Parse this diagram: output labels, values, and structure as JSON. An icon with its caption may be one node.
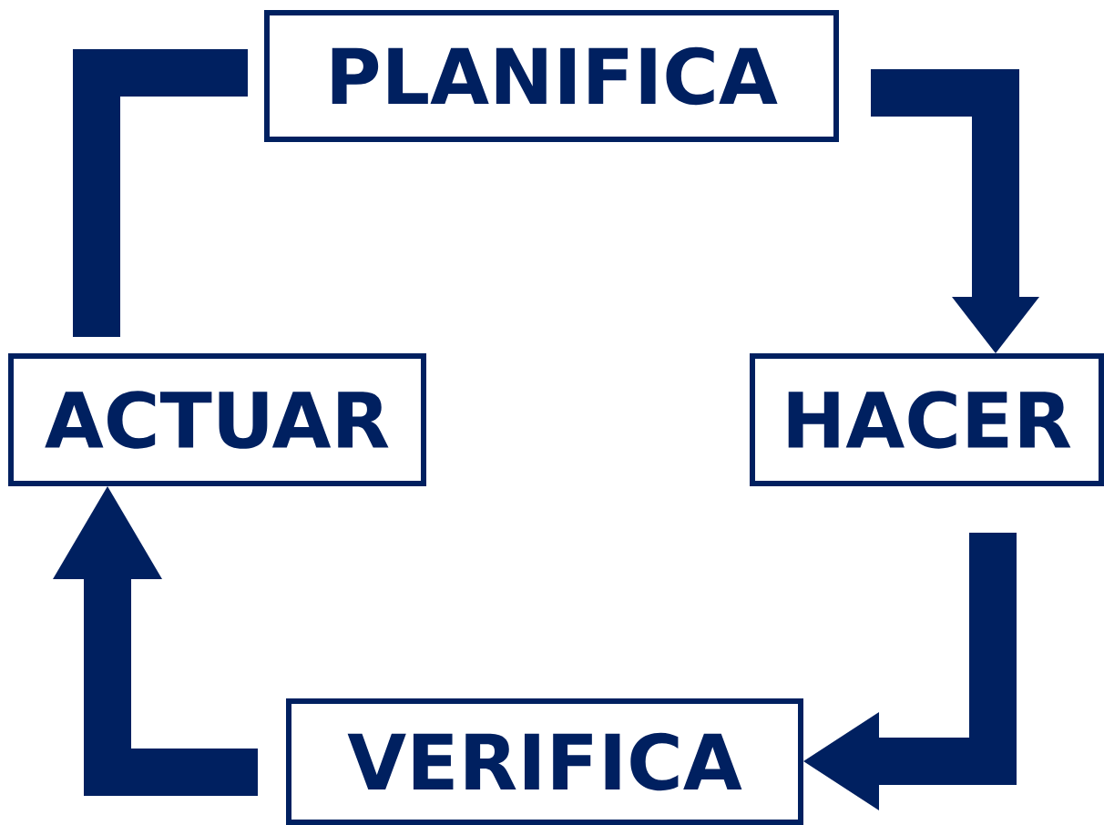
{
  "diagram": {
    "nodes": [
      {
        "text": [
          "PLANIFICA"
        ]
      },
      {
        "text": [
          "HACER"
        ]
      },
      {
        "text": [
          "VERIFICA"
        ]
      },
      {
        "text": [
          "ACTUAR"
        ]
      }
    ],
    "edges": [
      {
        "from": 0,
        "to": 1,
        "arrow": "to"
      },
      {
        "from": 1,
        "to": 2,
        "arrow": "to"
      },
      {
        "from": 2,
        "to": 3,
        "arrow": "to"
      },
      {
        "from": 3,
        "to": 0,
        "arrow": "none"
      }
    ]
  }
}
